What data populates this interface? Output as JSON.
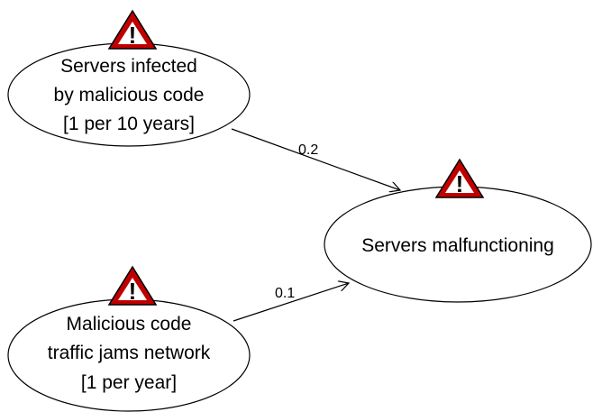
{
  "colors": {
    "line": "#000000",
    "warning_fill": "#c00000",
    "warning_inner": "#ffffff",
    "background": "#ffffff"
  },
  "icons": {
    "warning": "warning-triangle-icon"
  },
  "nodes": {
    "servers_infected": {
      "lines": [
        "Servers infected",
        "by malicious code",
        "[1 per 10 years]"
      ]
    },
    "traffic_jams": {
      "lines": [
        "Malicious code",
        "traffic jams network",
        "[1 per year]"
      ]
    },
    "servers_malfunctioning": {
      "lines": [
        "Servers malfunctioning"
      ]
    }
  },
  "edges": {
    "infected_to_malfunction": {
      "label": "0.2"
    },
    "traffic_to_malfunction": {
      "label": "0.1"
    }
  },
  "warning_mark": "!"
}
